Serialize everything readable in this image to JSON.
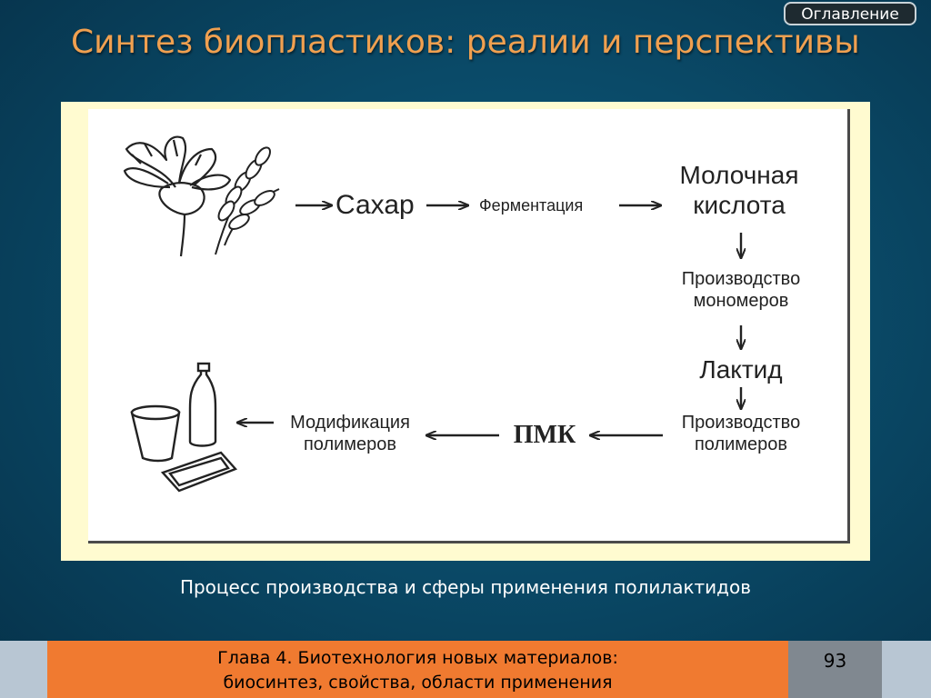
{
  "header": {
    "toc_button": "Оглавление",
    "title": "Синтез биопластиков: реалии и перспективы"
  },
  "diagram": {
    "sugar": "Сахар",
    "fermentation": "Ферментация",
    "lactic_acid": "Молочная\nкислота",
    "monomer_production": "Производство\nмономеров",
    "lactide": "Лактид",
    "polymer_production": "Производство\nполимеров",
    "pla": "ПМК",
    "polymer_modification": "Модификация\nполимеров"
  },
  "caption": "Процесс производства и сферы применения полилактидов",
  "footer": {
    "chapter": "Глава 4. Биотехнология новых материалов:\nбиосинтез, свойства, области применения",
    "page_number": "93"
  }
}
